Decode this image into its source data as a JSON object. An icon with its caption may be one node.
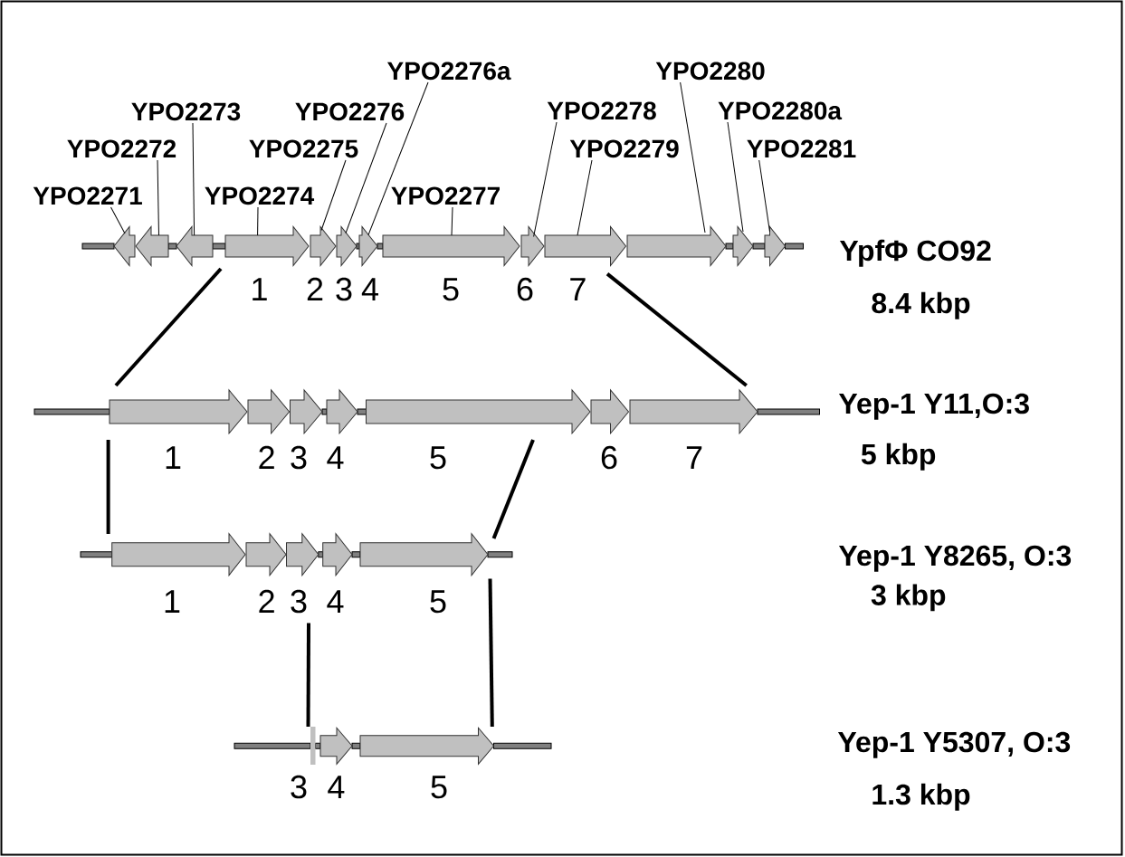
{
  "diagram": {
    "nodes": [
      {
        "text": [
          "YPO2271"
        ]
      },
      {
        "text": [
          "YPO2272"
        ]
      },
      {
        "text": [
          "YPO2273"
        ]
      },
      {
        "text": [
          "YPO2274"
        ]
      },
      {
        "text": [
          "YPO2275"
        ]
      },
      {
        "text": [
          "YPO2276"
        ]
      },
      {
        "text": [
          "YPO2276a"
        ]
      },
      {
        "text": [
          "YPO2277"
        ]
      },
      {
        "text": [
          "YPO2278"
        ]
      },
      {
        "text": [
          "YPO2279"
        ]
      },
      {
        "text": [
          "YPO2280"
        ]
      },
      {
        "text": [
          "YPO2280a"
        ]
      },
      {
        "text": [
          "YPO2281"
        ]
      },
      {
        "text": [],
        "shape": "arrow"
      },
      {
        "text": [],
        "shape": "arrow"
      },
      {
        "text": [],
        "shape": "arrow"
      },
      {
        "text": [],
        "shape": "arrow",
        "beside": [
          "1"
        ]
      },
      {
        "text": [],
        "shape": "arrow",
        "beside": [
          "2"
        ]
      },
      {
        "text": [],
        "shape": "arrow",
        "beside": [
          "3"
        ]
      },
      {
        "text": [],
        "shape": "arrow",
        "beside": [
          "4"
        ]
      },
      {
        "text": [],
        "shape": "arrow",
        "beside": [
          "5"
        ]
      },
      {
        "text": [],
        "shape": "arrow",
        "beside": [
          "6"
        ]
      },
      {
        "text": [],
        "shape": "arrow",
        "beside": [
          "7"
        ]
      },
      {
        "text": [],
        "shape": "arrow"
      },
      {
        "text": [],
        "shape": "arrow"
      },
      {
        "text": [],
        "shape": "arrow"
      },
      {
        "text": [],
        "shape": "arrow",
        "beside": [
          "1"
        ]
      },
      {
        "text": [],
        "shape": "arrow",
        "beside": [
          "2"
        ]
      },
      {
        "text": [],
        "shape": "arrow",
        "beside": [
          "3"
        ]
      },
      {
        "text": [],
        "shape": "arrow",
        "beside": [
          "4"
        ]
      },
      {
        "text": [],
        "shape": "arrow",
        "beside": [
          "5"
        ]
      },
      {
        "text": [],
        "shape": "arrow",
        "beside": [
          "6"
        ]
      },
      {
        "text": [],
        "shape": "arrow",
        "beside": [
          "7"
        ]
      },
      {
        "text": [],
        "shape": "arrow",
        "beside": [
          "1"
        ]
      },
      {
        "text": [],
        "shape": "arrow",
        "beside": [
          "2"
        ]
      },
      {
        "text": [],
        "shape": "arrow",
        "beside": [
          "3"
        ]
      },
      {
        "text": [],
        "shape": "arrow",
        "beside": [
          "4"
        ]
      },
      {
        "text": [],
        "shape": "arrow",
        "beside": [
          "5"
        ]
      },
      {
        "text": [],
        "shape": "bar",
        "beside": [
          "3"
        ]
      },
      {
        "text": [],
        "shape": "arrow",
        "beside": [
          "4"
        ]
      },
      {
        "text": [],
        "shape": "arrow",
        "beside": [
          "5"
        ]
      }
    ],
    "edges": [
      {
        "from": 0,
        "to": 13,
        "arrow": "none"
      },
      {
        "from": 1,
        "to": 14,
        "arrow": "none"
      },
      {
        "from": 2,
        "to": 15,
        "arrow": "none"
      },
      {
        "from": 3,
        "to": 16,
        "arrow": "none"
      },
      {
        "from": 4,
        "to": 17,
        "arrow": "none"
      },
      {
        "from": 5,
        "to": 18,
        "arrow": "none"
      },
      {
        "from": 6,
        "to": 19,
        "arrow": "none"
      },
      {
        "from": 7,
        "to": 20,
        "arrow": "none"
      },
      {
        "from": 8,
        "to": 21,
        "arrow": "none"
      },
      {
        "from": 9,
        "to": 22,
        "arrow": "none"
      },
      {
        "from": 10,
        "to": 23,
        "arrow": "none"
      },
      {
        "from": 11,
        "to": 24,
        "arrow": "none"
      },
      {
        "from": 12,
        "to": 25,
        "arrow": "none"
      },
      {
        "from": 16,
        "to": 26,
        "arrow": "none",
        "style": "thick"
      },
      {
        "from": 22,
        "to": 32,
        "arrow": "none",
        "style": "thick"
      },
      {
        "from": 26,
        "to": 33,
        "arrow": "none",
        "style": "thick"
      },
      {
        "from": 30,
        "to": 37,
        "arrow": "none",
        "style": "thick"
      },
      {
        "from": 35,
        "to": 38,
        "arrow": "none",
        "style": "thick"
      },
      {
        "from": 37,
        "to": 40,
        "arrow": "none",
        "style": "thick"
      }
    ],
    "labels": [
      "YpfΦ CO92",
      "8.4 kbp",
      "Yep-1 Y11,O:3",
      "5 kbp",
      "Yep-1 Y8265, O:3",
      "3 kbp",
      "Yep-1 Y5307, O:3",
      "1.3 kbp"
    ]
  }
}
